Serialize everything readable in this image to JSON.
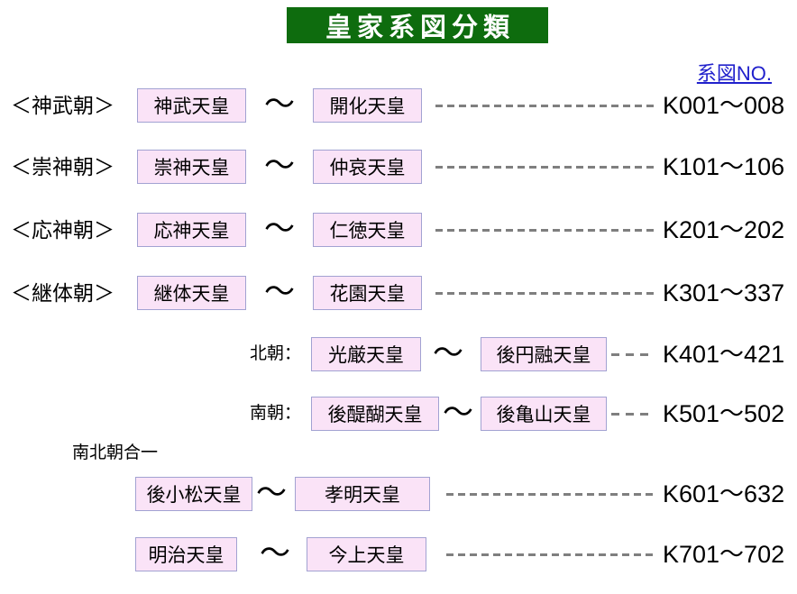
{
  "title": "皇家系図分類",
  "keizu_no_link": "系図NO.",
  "connector": "〜",
  "section_label": "南北朝合一",
  "colors": {
    "title_bg": "#0E6C0E",
    "title_text": "#FFFFFF",
    "box_fill": "#FAE3F7",
    "box_border": "#A2A2D2",
    "dash": "#7F7F7F",
    "link_blue": "#2121CC",
    "text": "#000000"
  },
  "rows": [
    {
      "era": "＜神武朝＞",
      "from": "神武天皇",
      "to": "開化天皇",
      "range": "K001〜008"
    },
    {
      "era": "＜崇神朝＞",
      "from": "崇神天皇",
      "to": "仲哀天皇",
      "range": "K101〜106"
    },
    {
      "era": "＜応神朝＞",
      "from": "応神天皇",
      "to": "仁徳天皇",
      "range": "K201〜202"
    },
    {
      "era": "＜継体朝＞",
      "from": "継体天皇",
      "to": "花園天皇",
      "range": "K301〜337"
    },
    {
      "era": "北朝：",
      "from": "光厳天皇",
      "to": "後円融天皇",
      "range": "K401〜421"
    },
    {
      "era": "南朝：",
      "from": "後醍醐天皇",
      "to": "後亀山天皇",
      "range": "K501〜502"
    },
    {
      "era": "",
      "from": "後小松天皇",
      "to": "孝明天皇",
      "range": "K601〜632"
    },
    {
      "era": "",
      "from": "明治天皇",
      "to": "今上天皇",
      "range": "K701〜702"
    }
  ]
}
